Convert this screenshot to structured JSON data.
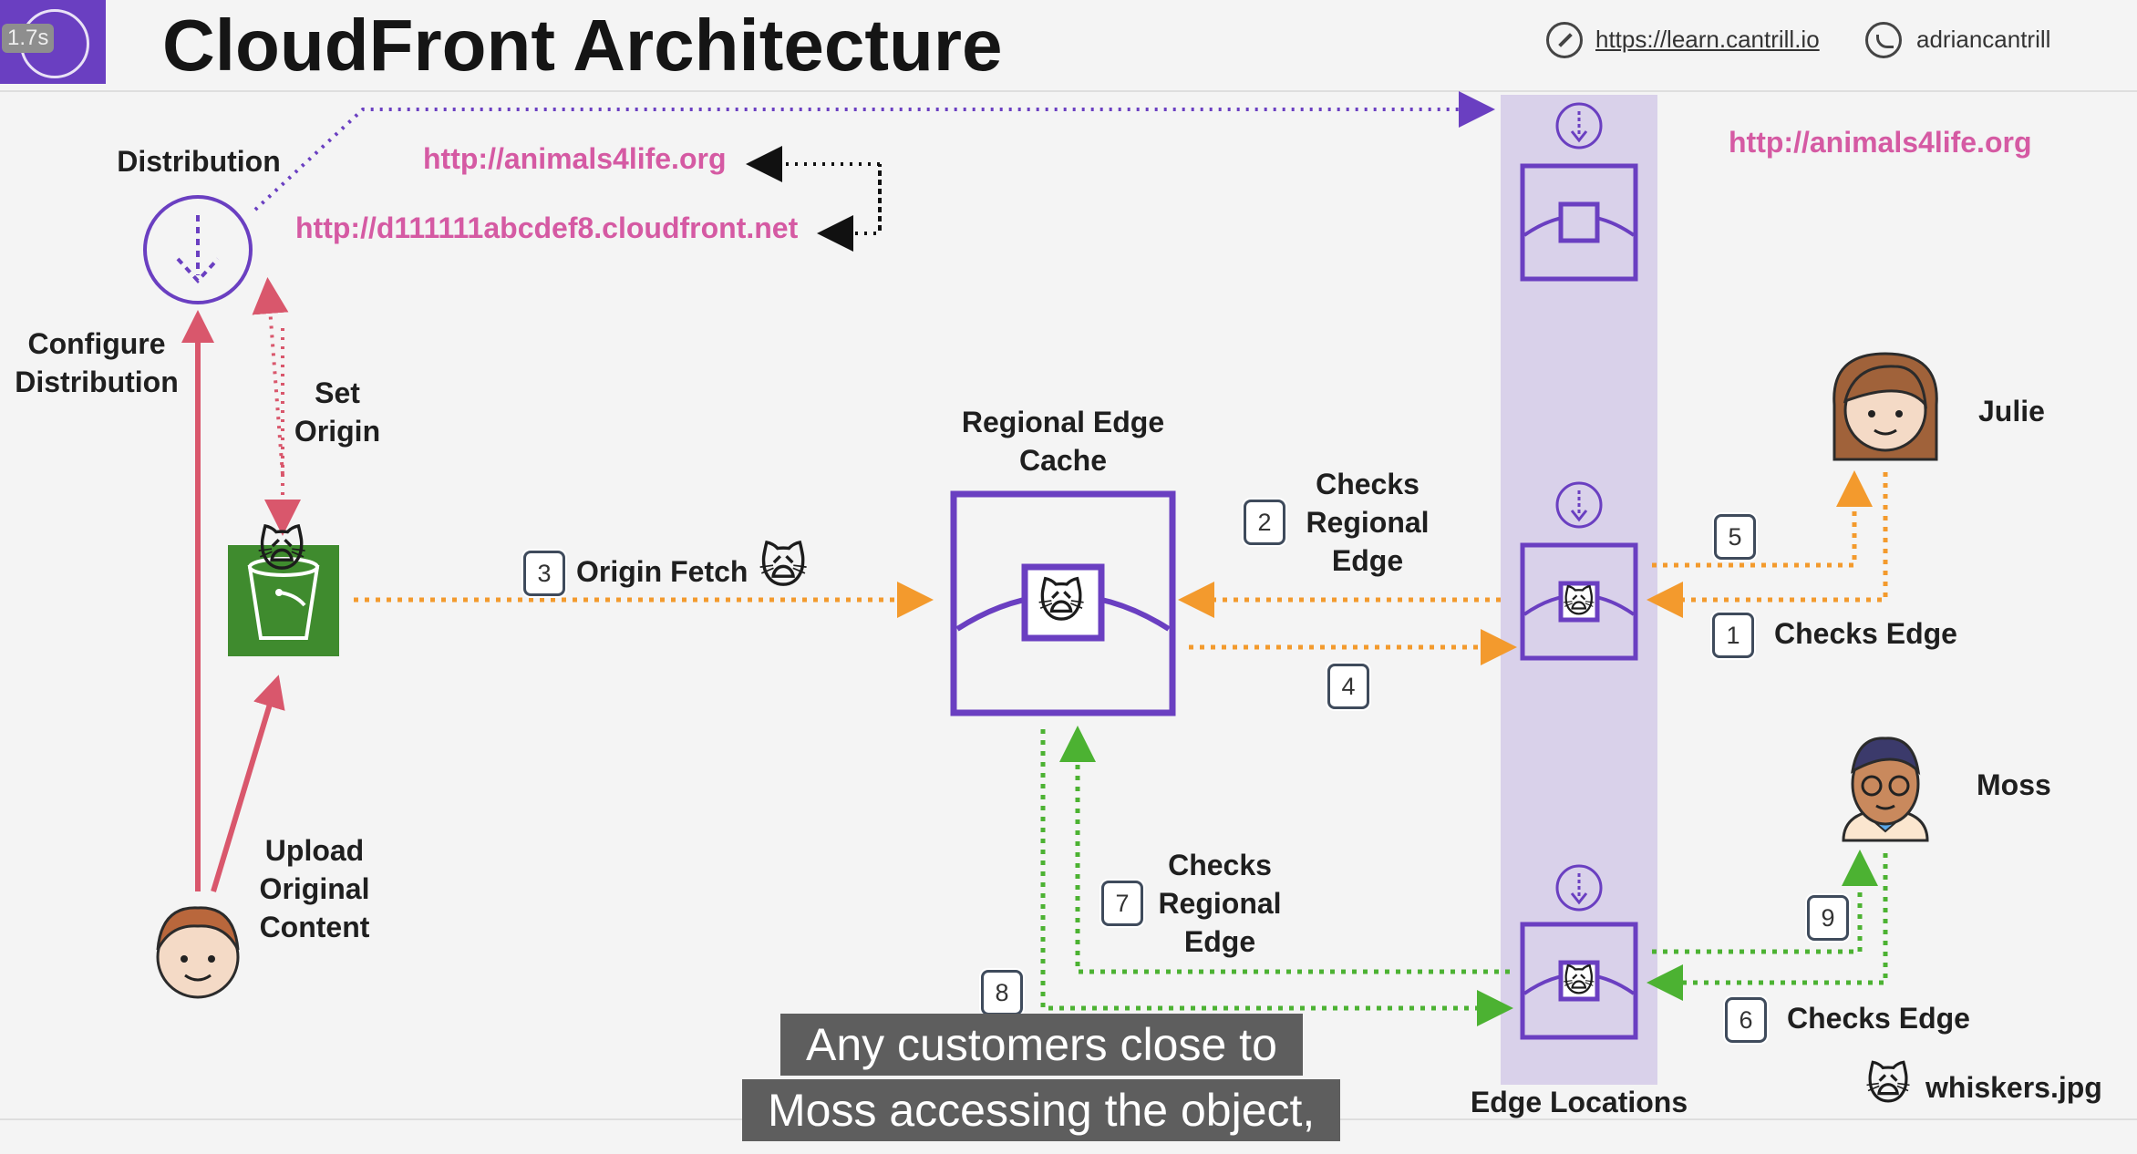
{
  "slide": {
    "badge": "1.7s",
    "title": "CloudFront Architecture",
    "website_link": "https://learn.cantrill.io",
    "twitter_handle": "adriancantrill"
  },
  "labels": {
    "distribution": "Distribution",
    "configure_distribution": [
      "Configure",
      "Distribution"
    ],
    "set_origin": [
      "Set",
      "Origin"
    ],
    "upload_content": [
      "Upload",
      "Original",
      "Content"
    ],
    "origin_fetch": "Origin Fetch",
    "regional_edge_cache": [
      "Regional Edge",
      "Cache"
    ],
    "checks_regional_edge_top": [
      "Checks",
      "Regional",
      "Edge"
    ],
    "checks_regional_edge_bottom": [
      "Checks",
      "Regional",
      "Edge"
    ],
    "checks_edge_julie": "Checks Edge",
    "checks_edge_moss": "Checks Edge",
    "edge_locations": "Edge Locations",
    "julie": "Julie",
    "moss": "Moss",
    "legend_file": "whiskers.jpg"
  },
  "urls": {
    "custom_domain": "http://animals4life.org",
    "cloudfront_domain": "http://d111111abcdef8.cloudfront.net",
    "edge_domain": "http://animals4life.org"
  },
  "steps": [
    "1",
    "2",
    "3",
    "4",
    "5",
    "6",
    "7",
    "8",
    "9"
  ],
  "captions": [
    "Any customers close to",
    "Moss accessing the object,"
  ],
  "colors": {
    "purple": "#6a3fc1",
    "edge_band": "#d9d1ea",
    "orange": "#f39a2d",
    "green": "#4cb232",
    "red": "#d9576c",
    "pink": "#d55aa3",
    "s3_green": "#3f8b2e"
  }
}
